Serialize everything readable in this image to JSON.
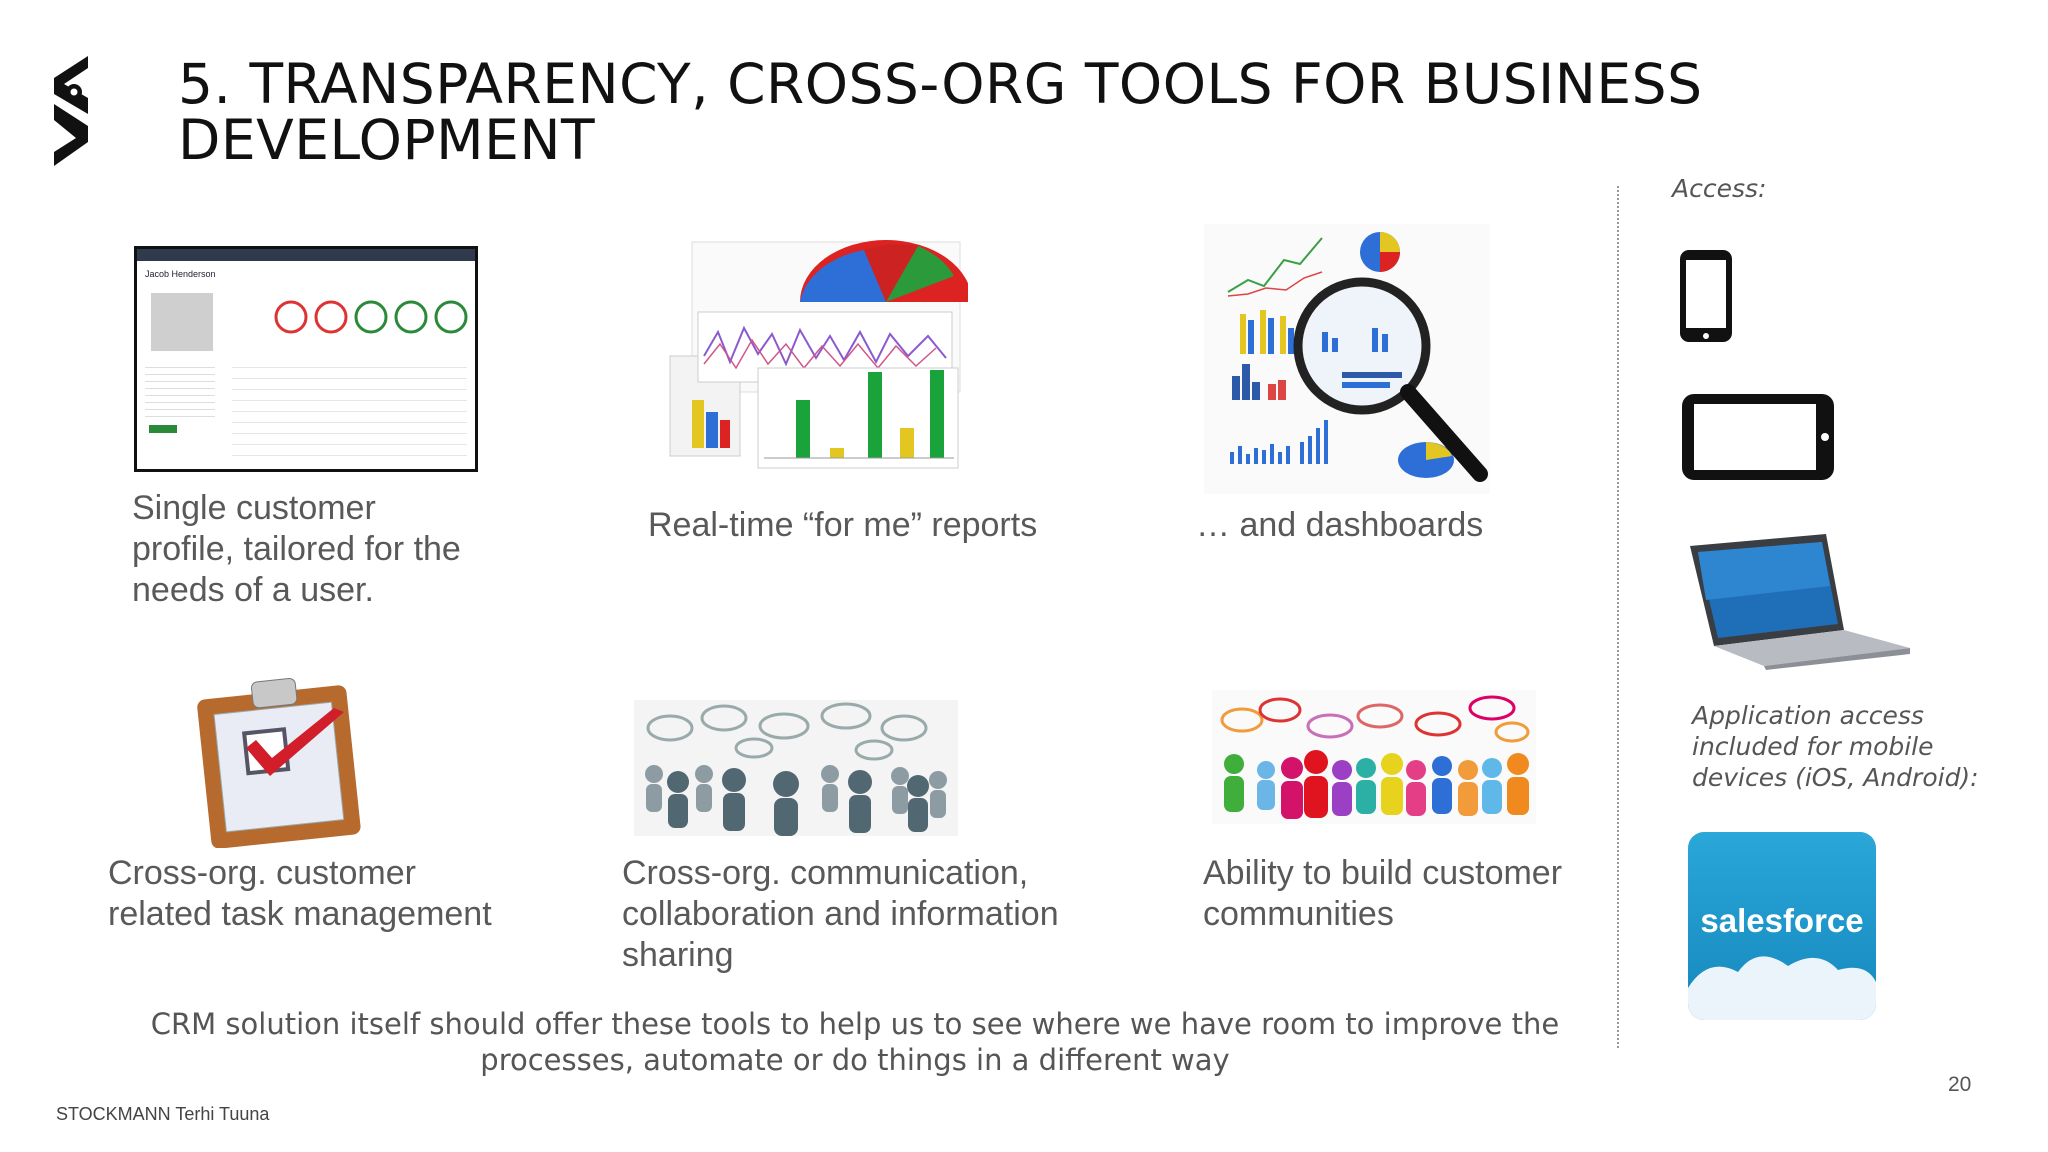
{
  "slide": {
    "title_line1": "5. TRANSPARENCY, CROSS-ORG TOOLS FOR BUSINESS",
    "title_line2": "DEVELOPMENT",
    "captions": {
      "profile": [
        "Single customer",
        "profile, tailored for the",
        "needs of a user."
      ],
      "reports": "Real-time “for me” reports",
      "dashboards": "… and dashboards",
      "tasks": [
        "Cross-org. customer",
        "related task management"
      ],
      "communication": [
        "Cross-org. communication,",
        "collaboration and information",
        "sharing"
      ],
      "communities": [
        "Ability to build customer",
        "communities"
      ]
    },
    "access_label": "Access:",
    "mobile_note": [
      "Application access",
      "included for mobile",
      "devices (iOS, Android):"
    ],
    "salesforce_label": "salesforce",
    "profile_mock": {
      "name": "Jacob Henderson"
    },
    "bottom_text_line1": "CRM solution itself should offer these tools to  help us to see where we have room to improve the",
    "bottom_text_line2": "processes, automate or do things in a different way",
    "footer": "STOCKMANN Terhi Tuuna",
    "page_number": "20"
  },
  "colors": {
    "title": "#111111",
    "caption": "#595959",
    "salesforce_blue": "#1798c1"
  },
  "icons": [
    "stockmann-logo",
    "phone-icon",
    "tablet-icon",
    "laptop-icon",
    "salesforce-logo",
    "clipboard-check-icon",
    "people-speech-icon",
    "colorful-people-icon",
    "magnifier-dashboard-icon"
  ]
}
